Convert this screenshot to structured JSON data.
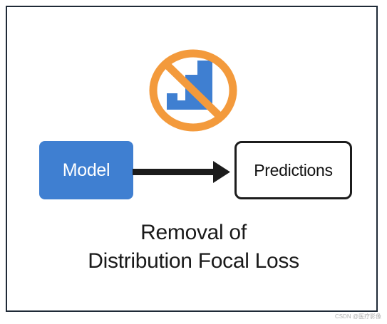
{
  "colors": {
    "accent": "#3f7fd1",
    "prohibit": "#f39a3c",
    "arrow": "#1c1c1c"
  },
  "icons": {
    "top": "no-chart-icon",
    "arrow": "right-arrow-icon"
  },
  "diagram": {
    "source_label": "Model",
    "target_label": "Predictions",
    "title_line1": "Removal of",
    "title_line2": "Distribution Focal Loss"
  },
  "watermark": "CSDN @医疗影像"
}
